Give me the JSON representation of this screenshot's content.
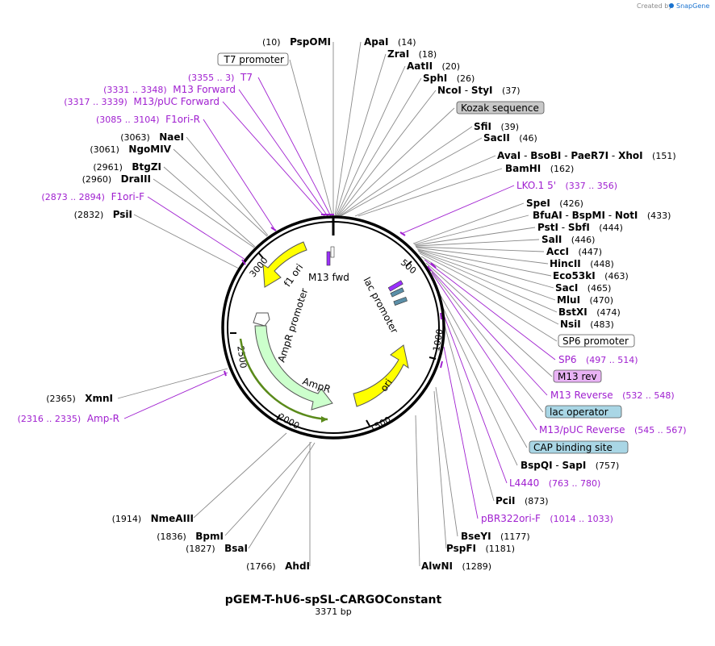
{
  "header": {
    "created_by": "Created by",
    "brand": "SnapGene"
  },
  "plasmid": {
    "name": "pGEM-T-hU6-spSL-CARGOConstant",
    "length_label": "3371 bp"
  },
  "tick_labels": [
    "500",
    "1000",
    "1500",
    "2000",
    "2500",
    "3000"
  ],
  "inner_features": {
    "m13_fwd": "M13 fwd",
    "lac_promoter": "lac promoter",
    "f1_ori": "f1 ori",
    "ampr_promoter": "AmpR promoter",
    "ampr": "AmpR",
    "ori": "ori"
  },
  "right_labels": [
    {
      "type": "enz",
      "name": "ApaI",
      "pos": "(14)"
    },
    {
      "type": "enz",
      "name": "ZraI",
      "pos": "(18)"
    },
    {
      "type": "enz",
      "name": "AatII",
      "pos": "(20)"
    },
    {
      "type": "enz",
      "name": "SphI",
      "pos": "(26)"
    },
    {
      "type": "enz",
      "name": "NcoI",
      "sep": "-",
      "name2": "StyI",
      "pos": "(37)"
    },
    {
      "type": "box",
      "name": "Kozak sequence",
      "color": "#c8c8c8"
    },
    {
      "type": "enz",
      "name": "SfiI",
      "pos": "(39)"
    },
    {
      "type": "enz",
      "name": "SacII",
      "pos": "(46)"
    },
    {
      "type": "enz4",
      "name": "AvaI",
      "name2": "BsoBI",
      "name3": "PaeR7I",
      "name4": "XhoI",
      "sep": "-",
      "pos": "(151)"
    },
    {
      "type": "enz",
      "name": "BamHI",
      "pos": "(162)"
    },
    {
      "type": "prim",
      "name": "LKO.1 5'",
      "pos": "(337 .. 356)"
    },
    {
      "type": "enz",
      "name": "SpeI",
      "pos": "(426)"
    },
    {
      "type": "enz3",
      "name": "BfuAI",
      "name2": "BspMI",
      "name3": "NotI",
      "sep": "-",
      "pos": "(433)"
    },
    {
      "type": "enz",
      "name": "PstI",
      "sep": "-",
      "name2": "SbfI",
      "pos": "(444)"
    },
    {
      "type": "enz",
      "name": "SalI",
      "pos": "(446)"
    },
    {
      "type": "enz",
      "name": "AccI",
      "pos": "(447)"
    },
    {
      "type": "enz",
      "name": "HincII",
      "pos": "(448)"
    },
    {
      "type": "enz",
      "name": "Eco53kI",
      "pos": "(463)"
    },
    {
      "type": "enz",
      "name": "SacI",
      "pos": "(465)"
    },
    {
      "type": "enz",
      "name": "MluI",
      "pos": "(470)"
    },
    {
      "type": "enz",
      "name": "BstXI",
      "pos": "(474)"
    },
    {
      "type": "enz",
      "name": "NsiI",
      "pos": "(483)"
    },
    {
      "type": "box",
      "name": "SP6 promoter",
      "color": "#ffffff"
    },
    {
      "type": "prim",
      "name": "SP6",
      "pos": "(497 .. 514)"
    },
    {
      "type": "box",
      "name": "M13 rev",
      "color": "#e9b3f5"
    },
    {
      "type": "prim",
      "name": "M13 Reverse",
      "pos": "(532 .. 548)"
    },
    {
      "type": "box",
      "name": "lac operator",
      "color": "#a9d6e5"
    },
    {
      "type": "prim",
      "name": "M13/pUC Reverse",
      "pos": "(545 .. 567)"
    },
    {
      "type": "box",
      "name": "CAP binding site",
      "color": "#a9d6e5"
    },
    {
      "type": "enz",
      "name": "BspQI",
      "sep": "-",
      "name2": "SapI",
      "pos": "(757)"
    },
    {
      "type": "prim",
      "name": "L4440",
      "pos": "(763 .. 780)"
    },
    {
      "type": "enz",
      "name": "PciI",
      "pos": "(873)"
    },
    {
      "type": "prim",
      "name": "pBR322ori-F",
      "pos": "(1014 .. 1033)"
    },
    {
      "type": "enz",
      "name": "BseYI",
      "pos": "(1177)"
    },
    {
      "type": "enz",
      "name": "PspFI",
      "pos": "(1181)"
    },
    {
      "type": "enz",
      "name": "AlwNI",
      "pos": "(1289)"
    }
  ],
  "left_labels": [
    {
      "type": "enz",
      "name": "PspOMI",
      "pos": "(10)"
    },
    {
      "type": "box",
      "name": "T7 promoter",
      "color": "#ffffff"
    },
    {
      "type": "prim",
      "name": "T7",
      "pos": "(3355 .. 3)"
    },
    {
      "type": "prim",
      "name": "M13 Forward",
      "pos": "(3331 .. 3348)"
    },
    {
      "type": "prim",
      "name": "M13/pUC Forward",
      "pos": "(3317 .. 3339)"
    },
    {
      "type": "prim",
      "name": "F1ori-R",
      "pos": "(3085 .. 3104)"
    },
    {
      "type": "enz",
      "name": "NaeI",
      "pos": "(3063)"
    },
    {
      "type": "enz",
      "name": "NgoMIV",
      "pos": "(3061)"
    },
    {
      "type": "enz",
      "name": "BtgZI",
      "pos": "(2961)"
    },
    {
      "type": "enz",
      "name": "DraIII",
      "pos": "(2960)"
    },
    {
      "type": "prim",
      "name": "F1ori-F",
      "pos": "(2873 .. 2894)"
    },
    {
      "type": "enz",
      "name": "PsiI",
      "pos": "(2832)"
    },
    {
      "type": "enz",
      "name": "XmnI",
      "pos": "(2365)"
    },
    {
      "type": "prim",
      "name": "Amp-R",
      "pos": "(2316 .. 2335)"
    },
    {
      "type": "enz",
      "name": "NmeAIII",
      "pos": "(1914)"
    },
    {
      "type": "enz",
      "name": "BpmI",
      "pos": "(1836)"
    },
    {
      "type": "enz",
      "name": "BsaI",
      "pos": "(1827)"
    },
    {
      "type": "enz",
      "name": "AhdI",
      "pos": "(1766)"
    }
  ],
  "colors": {
    "primer": "#a020d0",
    "ori": "#ffff00",
    "ampr": "#ccffcc",
    "line": "#888888"
  }
}
